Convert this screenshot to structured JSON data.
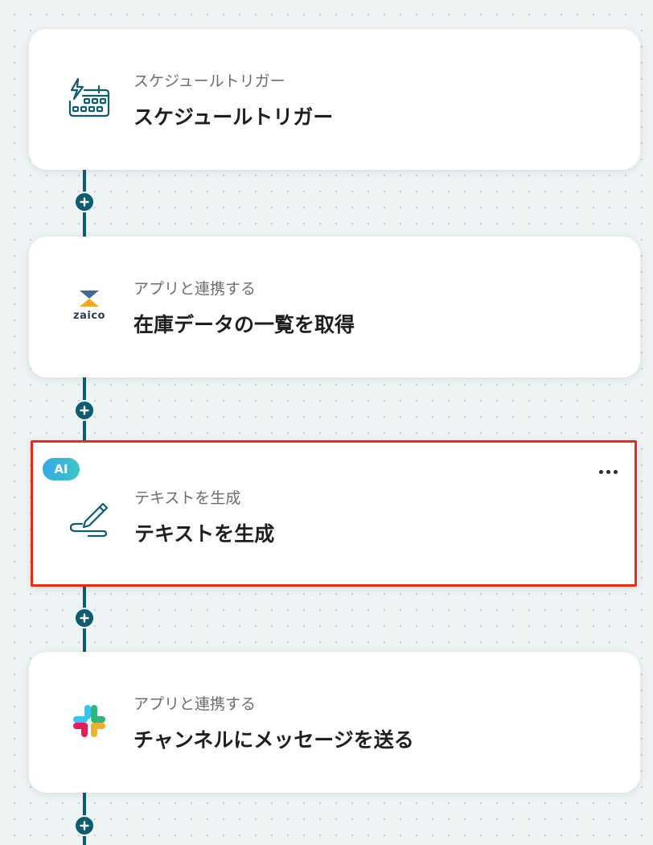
{
  "flow": {
    "steps": [
      {
        "category": "スケジュールトリガー",
        "title": "スケジュールトリガー",
        "icon": "schedule-trigger-icon"
      },
      {
        "category": "アプリと連携する",
        "title": "在庫データの一覧を取得",
        "icon": "zaico-logo",
        "logo_text": "zaico"
      },
      {
        "category": "テキストを生成",
        "title": "テキストを生成",
        "icon": "pen-icon",
        "badge": "AI",
        "selected": true
      },
      {
        "category": "アプリと連携する",
        "title": "チャンネルにメッセージを送る",
        "icon": "slack-logo"
      }
    ],
    "add_step_icon": "plus-icon",
    "more_menu_icon": "more-horizontal-icon"
  },
  "colors": {
    "connector": "#0d5c72",
    "selection_border": "#ee2a14",
    "ai_badge": "#34a9e5",
    "background": "#eef3f4"
  }
}
